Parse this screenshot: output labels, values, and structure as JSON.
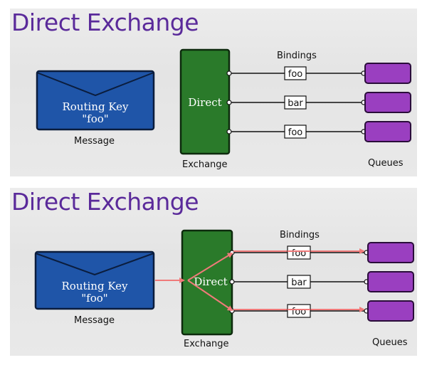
{
  "panels": [
    {
      "title": "Direct Exchange",
      "message": {
        "routing_key_label": "Routing Key",
        "routing_key_value": "\"foo\"",
        "caption": "Message"
      },
      "exchange": {
        "name": "Direct",
        "caption": "Exchange"
      },
      "bindings_header": "Bindings",
      "bindings": [
        "foo",
        "bar",
        "foo"
      ],
      "queues_caption": "Queues",
      "routed": false
    },
    {
      "title": "Direct Exchange",
      "message": {
        "routing_key_label": "Routing Key",
        "routing_key_value": "\"foo\"",
        "caption": "Message"
      },
      "exchange": {
        "name": "Direct",
        "caption": "Exchange"
      },
      "bindings_header": "Bindings",
      "bindings": [
        "foo",
        "bar",
        "foo"
      ],
      "queues_caption": "Queues",
      "routed": true
    }
  ],
  "colors": {
    "title": "#5a2a9a",
    "envelope": "#1f55a8",
    "exchange": "#2a7a2a",
    "queue": "#9a3fc0",
    "routed_arrow": "#f07a7a"
  }
}
